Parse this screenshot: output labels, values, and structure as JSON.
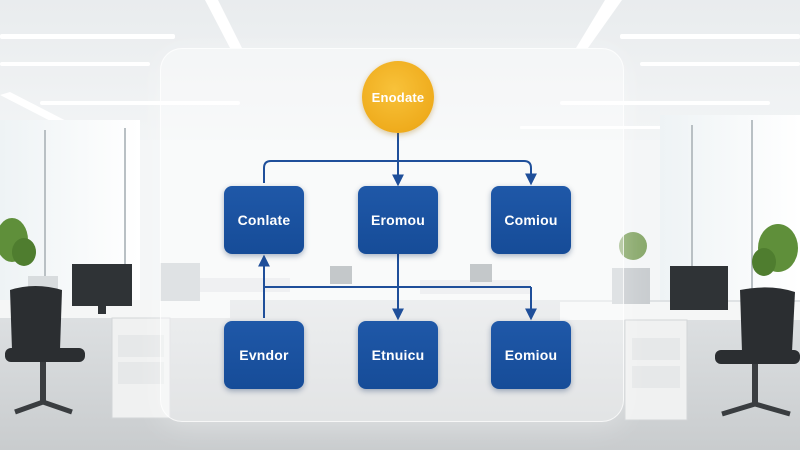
{
  "diagram": {
    "root": {
      "label": "Enodate"
    },
    "top_row": [
      {
        "label": "Conlate"
      },
      {
        "label": "Eromou"
      },
      {
        "label": "Comiou"
      }
    ],
    "bottom_row": [
      {
        "label": "Evndor"
      },
      {
        "label": "Etnuicu"
      },
      {
        "label": "Eomiou"
      }
    ]
  },
  "colors": {
    "root_fill": "#efac1d",
    "node_fill": "#164c98",
    "connector": "#1f4f9a"
  }
}
